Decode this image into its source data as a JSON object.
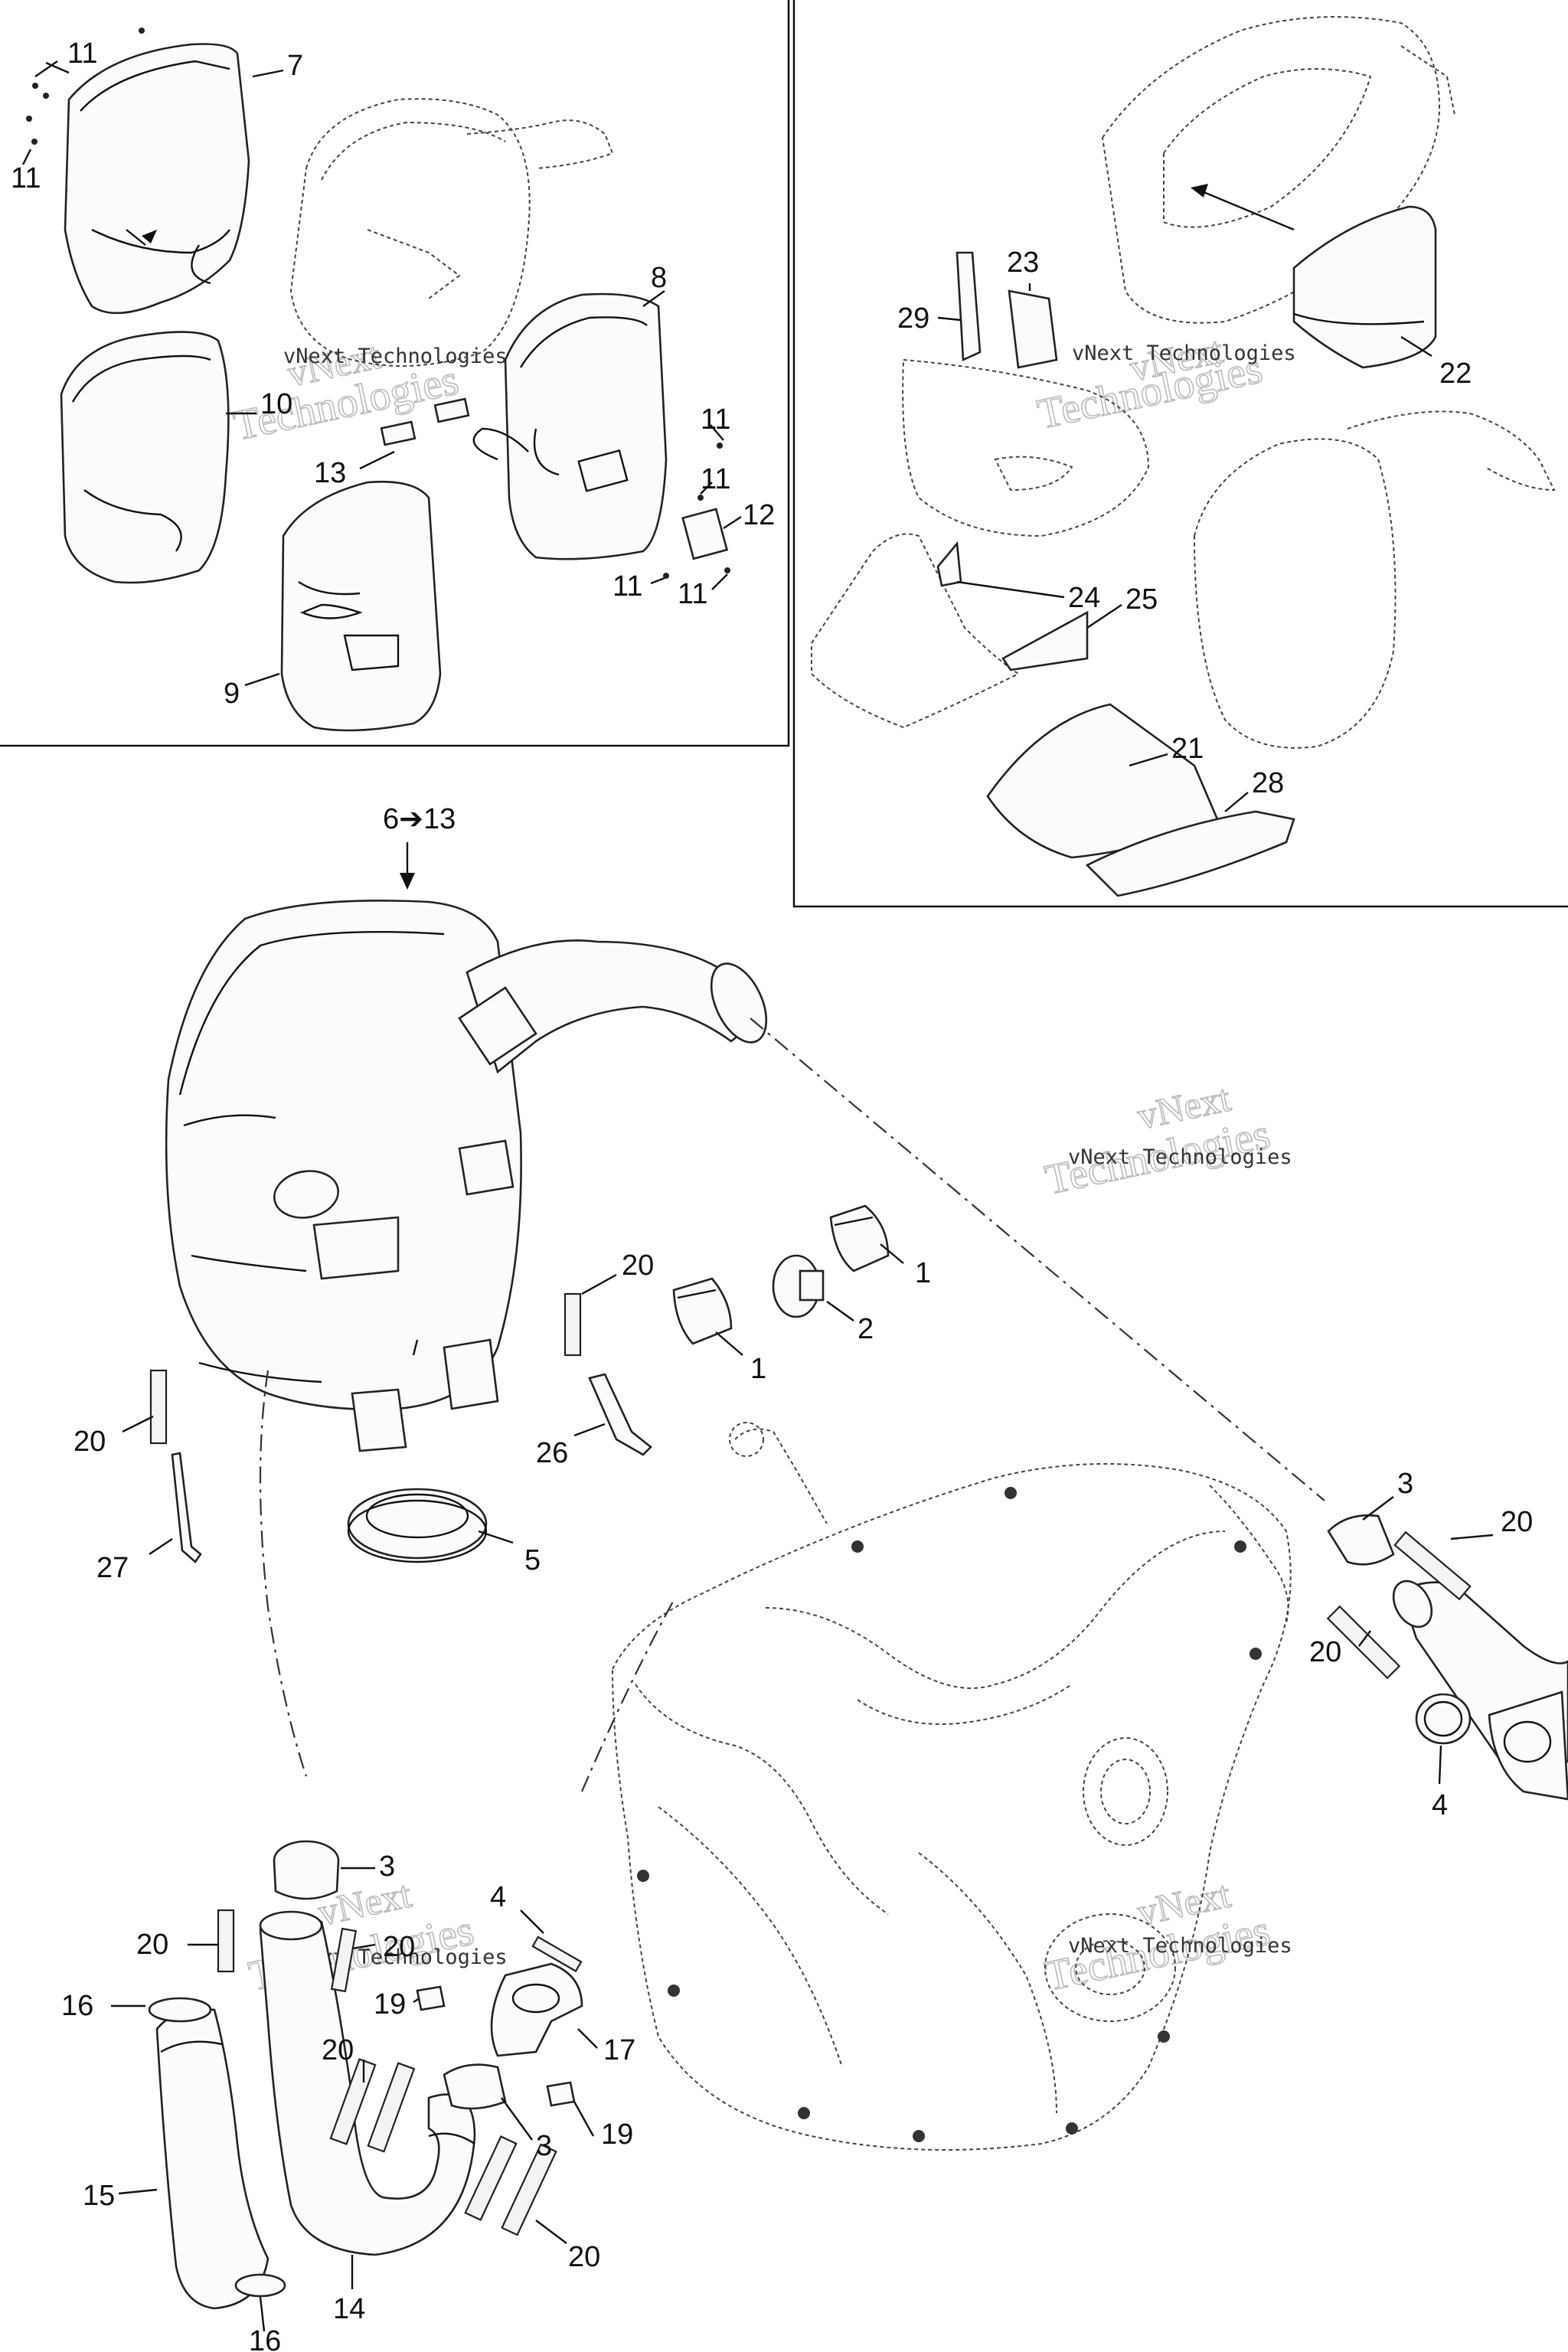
{
  "diagram": {
    "watermark": {
      "line1": "vNext",
      "line2": "Technologies",
      "caption": "vNext Technologies"
    },
    "cross_reference": "6➔13",
    "callouts": [
      {
        "id": "c11a",
        "text": "11"
      },
      {
        "id": "c7",
        "text": "7"
      },
      {
        "id": "c11b",
        "text": "11"
      },
      {
        "id": "c8",
        "text": "8"
      },
      {
        "id": "c10",
        "text": "10"
      },
      {
        "id": "c11c",
        "text": "11"
      },
      {
        "id": "c13",
        "text": "13"
      },
      {
        "id": "c11d",
        "text": "11"
      },
      {
        "id": "c12",
        "text": "12"
      },
      {
        "id": "c11e",
        "text": "11"
      },
      {
        "id": "c11f",
        "text": "11"
      },
      {
        "id": "c9",
        "text": "9"
      },
      {
        "id": "c23",
        "text": "23"
      },
      {
        "id": "c29",
        "text": "29"
      },
      {
        "id": "c22",
        "text": "22"
      },
      {
        "id": "c24",
        "text": "24"
      },
      {
        "id": "c25",
        "text": "25"
      },
      {
        "id": "c21",
        "text": "21"
      },
      {
        "id": "c28",
        "text": "28"
      },
      {
        "id": "c20a",
        "text": "20"
      },
      {
        "id": "c1a",
        "text": "1"
      },
      {
        "id": "c2",
        "text": "2"
      },
      {
        "id": "c1b",
        "text": "1"
      },
      {
        "id": "c20b",
        "text": "20"
      },
      {
        "id": "c26",
        "text": "26"
      },
      {
        "id": "c27",
        "text": "27"
      },
      {
        "id": "c5",
        "text": "5"
      },
      {
        "id": "c3a",
        "text": "3"
      },
      {
        "id": "c20c",
        "text": "20"
      },
      {
        "id": "c20d",
        "text": "20"
      },
      {
        "id": "c4a",
        "text": "4"
      },
      {
        "id": "c3b",
        "text": "3"
      },
      {
        "id": "c20e",
        "text": "20"
      },
      {
        "id": "c20f",
        "text": "20"
      },
      {
        "id": "c4b",
        "text": "4"
      },
      {
        "id": "c16a",
        "text": "16"
      },
      {
        "id": "c19a",
        "text": "19"
      },
      {
        "id": "c17",
        "text": "17"
      },
      {
        "id": "c20g",
        "text": "20"
      },
      {
        "id": "c3c",
        "text": "3"
      },
      {
        "id": "c19b",
        "text": "19"
      },
      {
        "id": "c15",
        "text": "15"
      },
      {
        "id": "c20h",
        "text": "20"
      },
      {
        "id": "c14",
        "text": "14"
      },
      {
        "id": "c16b",
        "text": "16"
      }
    ]
  }
}
